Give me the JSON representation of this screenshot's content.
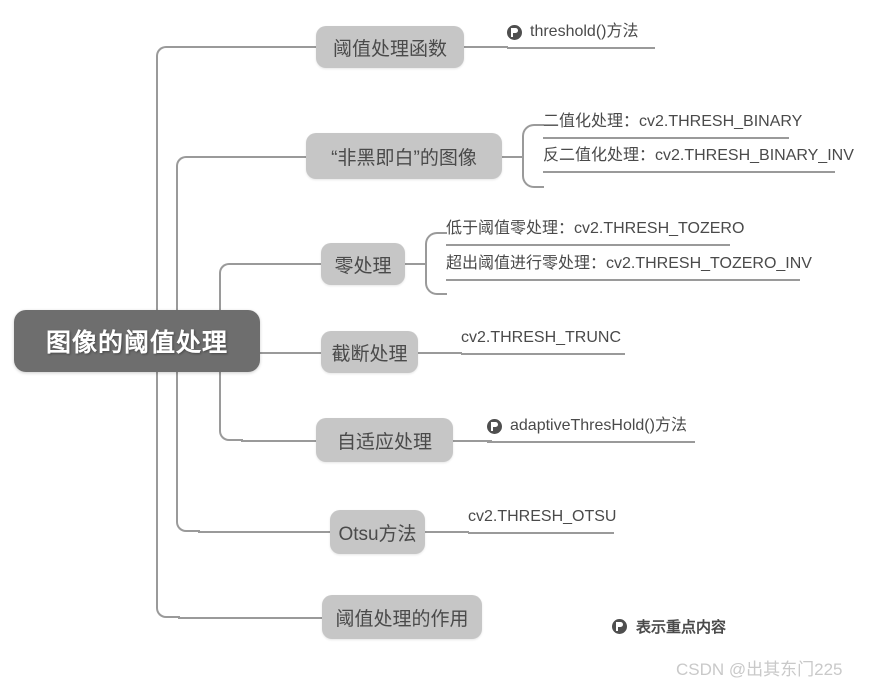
{
  "root": {
    "label": "图像的阈值处理"
  },
  "branches": [
    {
      "label": "阈值处理函数",
      "leaves": [
        {
          "text": "threshold()方法",
          "key_icon": true
        }
      ]
    },
    {
      "label": "“非黑即白”的图像",
      "leaves": [
        {
          "text": "二值化处理：cv2.THRESH_BINARY",
          "key_icon": false
        },
        {
          "text": "反二值化处理：cv2.THRESH_BINARY_INV",
          "key_icon": false
        }
      ]
    },
    {
      "label": "零处理",
      "leaves": [
        {
          "text": "低于阈值零处理：cv2.THRESH_TOZERO",
          "key_icon": false
        },
        {
          "text": "超出阈值进行零处理：cv2.THRESH_TOZERO_INV",
          "key_icon": false
        }
      ]
    },
    {
      "label": "截断处理",
      "leaves": [
        {
          "text": "cv2.THRESH_TRUNC",
          "key_icon": false
        }
      ]
    },
    {
      "label": "自适应处理",
      "leaves": [
        {
          "text": "adaptiveThresHold()方法",
          "key_icon": true
        }
      ]
    },
    {
      "label": "Otsu方法",
      "leaves": [
        {
          "text": "cv2.THRESH_OTSU",
          "key_icon": false
        }
      ]
    },
    {
      "label": "阈值处理的作用",
      "leaves": []
    }
  ],
  "legend": {
    "text": "表示重点内容",
    "icon": "key-icon"
  },
  "watermark": {
    "text": "CSDN @出其东门225"
  },
  "colors": {
    "root_bg": "#6e6e6e",
    "branch_bg": "#c6c6c6",
    "connector": "#9a9a9a",
    "text": "#4a4a4a",
    "watermark": "#c9c9c9"
  }
}
